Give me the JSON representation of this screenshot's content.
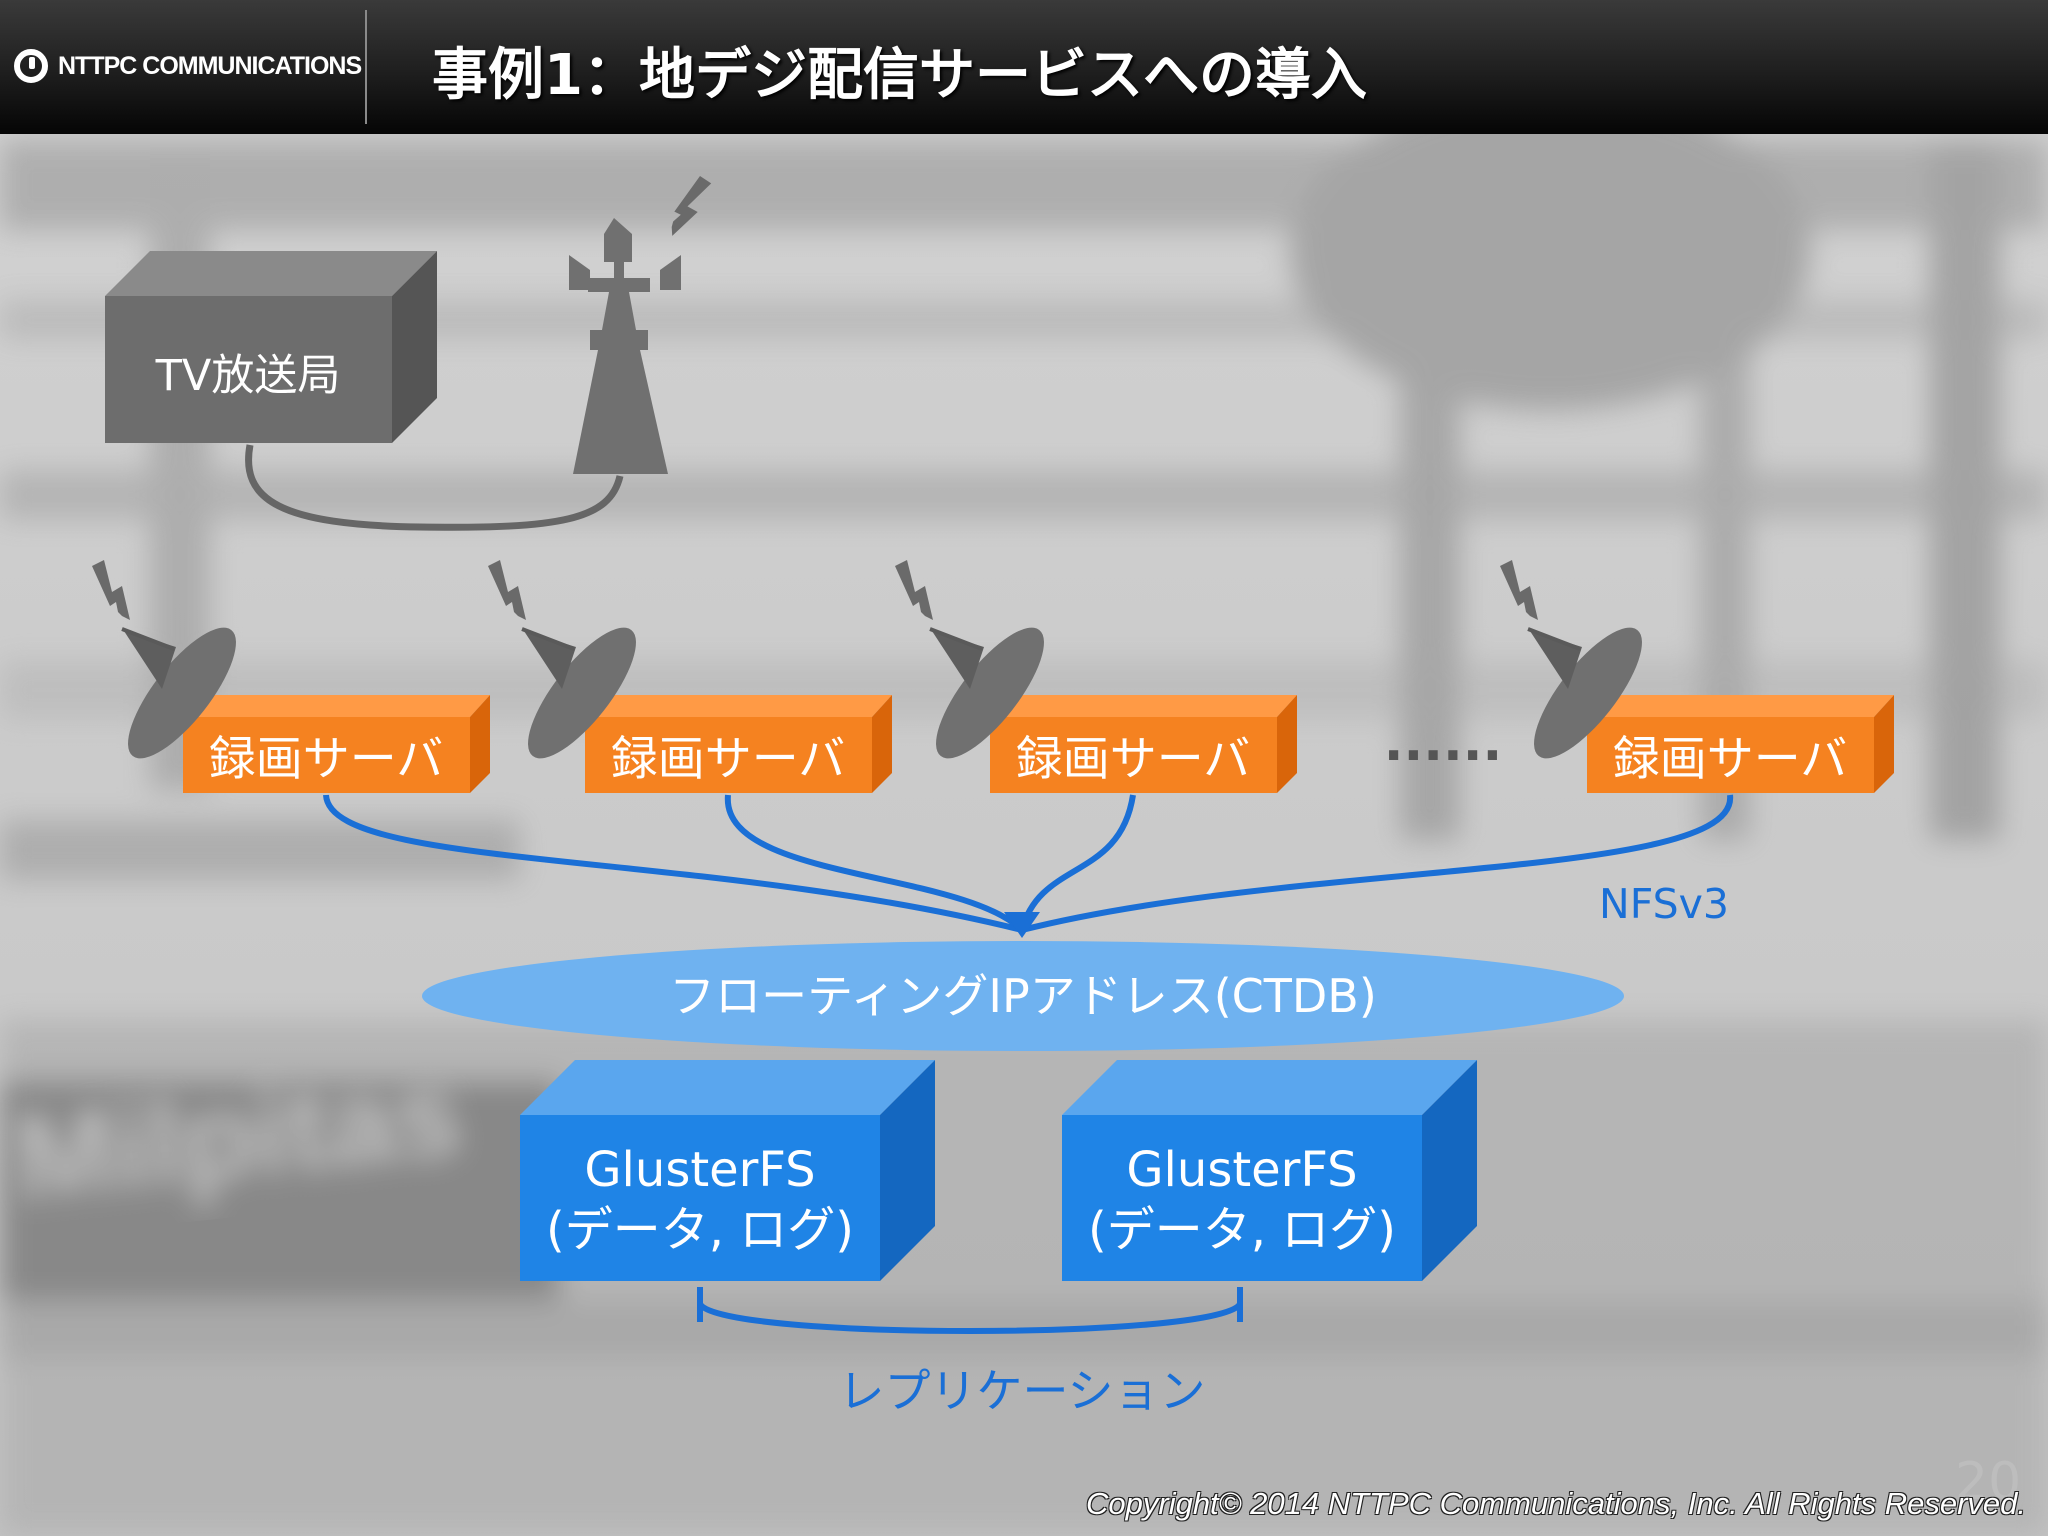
{
  "header": {
    "logo_text": "NTTPC COMMUNICATIONS",
    "title": "事例1：地デジ配信サービスへの導入"
  },
  "diagram": {
    "broadcaster": "TV放送局",
    "recording_servers": [
      "録画サーバ",
      "録画サーバ",
      "録画サーバ",
      "録画サーバ"
    ],
    "ellipsis": "......",
    "protocol": "NFSv3",
    "floating_ip": "フローティングIPアドレス(CTDB)",
    "gluster_nodes": [
      {
        "line1": "GlusterFS",
        "line2": "(データ, ログ)"
      },
      {
        "line1": "GlusterFS",
        "line2": "(データ, ログ)"
      }
    ],
    "replication": "レプリケーション"
  },
  "colors": {
    "orange": "#f58220",
    "blue_box": "#1f84e6",
    "blue_line": "#1a6fd6",
    "ellipse": "#6fb2f0",
    "gray_box": "#6d6d6d",
    "icon_gray": "#707070"
  },
  "footer": {
    "page_number": "20",
    "copyright": "Copyright© 2014 NTTPC Communications, Inc. All Rights Reserved."
  }
}
